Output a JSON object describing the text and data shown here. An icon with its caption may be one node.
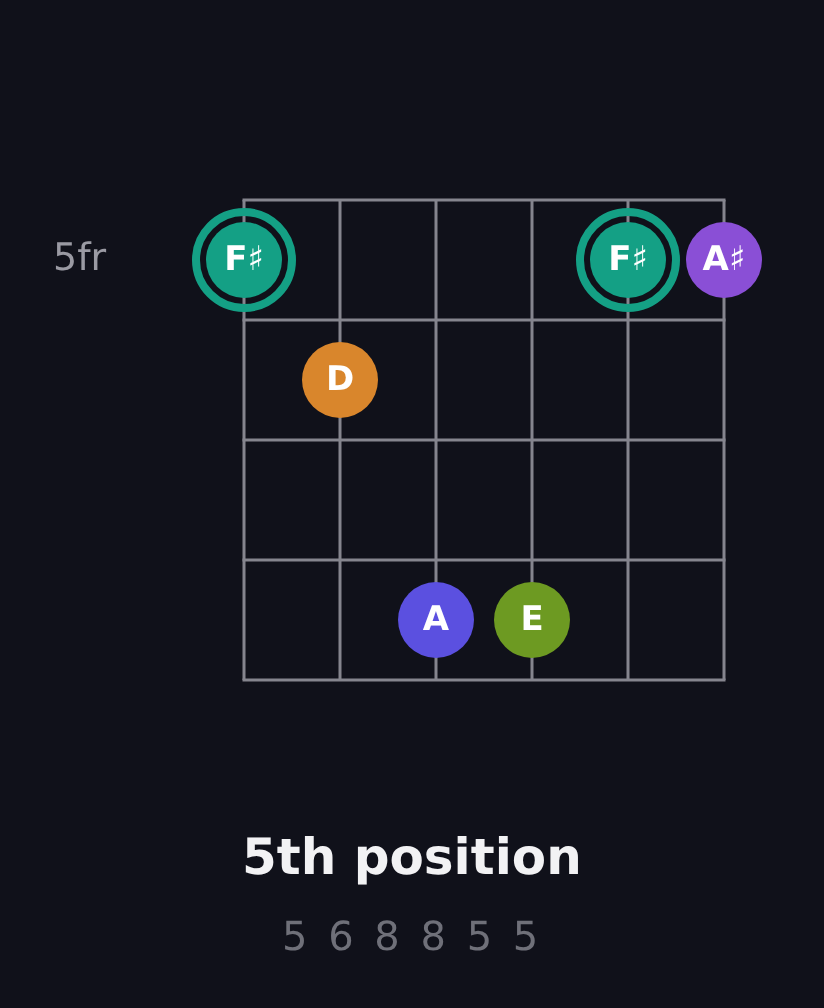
{
  "diagram": {
    "title": "5th position",
    "nodes": [
      {
        "text": [
          "F♯"
        ]
      },
      {
        "text": [
          "F♯"
        ]
      },
      {
        "text": [
          "A♯"
        ]
      },
      {
        "text": [
          "D"
        ]
      },
      {
        "text": [
          "A"
        ]
      },
      {
        "text": [
          "E"
        ]
      }
    ],
    "labels": [
      "5fr",
      "5 6 8 8 5 5"
    ]
  }
}
